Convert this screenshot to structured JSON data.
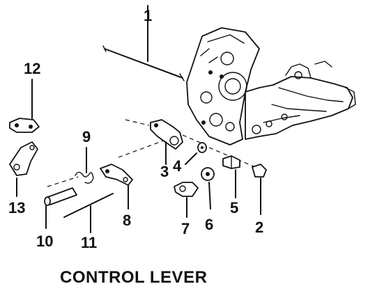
{
  "title": "CONTROL LEVER",
  "callouts": [
    {
      "key": "c1",
      "label": "1"
    },
    {
      "key": "c2",
      "label": "2"
    },
    {
      "key": "c3",
      "label": "3"
    },
    {
      "key": "c4",
      "label": "4"
    },
    {
      "key": "c5",
      "label": "5"
    },
    {
      "key": "c6",
      "label": "6"
    },
    {
      "key": "c7",
      "label": "7"
    },
    {
      "key": "c8",
      "label": "8"
    },
    {
      "key": "c9",
      "label": "9"
    },
    {
      "key": "c10",
      "label": "10"
    },
    {
      "key": "c11",
      "label": "11"
    },
    {
      "key": "c12",
      "label": "12"
    },
    {
      "key": "c13",
      "label": "13"
    }
  ]
}
